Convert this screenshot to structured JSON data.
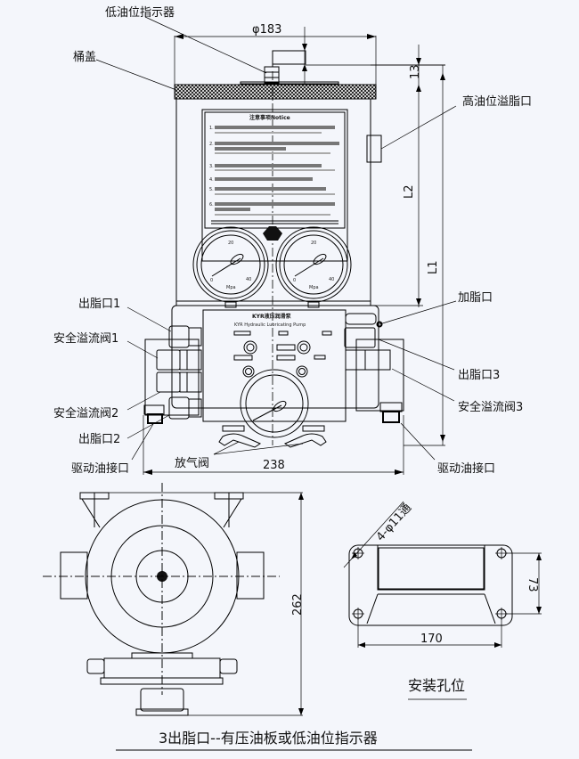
{
  "drawing": {
    "title": "3出脂口--有压油板或低油位指示器",
    "front_view": {
      "labels": {
        "low_level_indicator": "低油位指示器",
        "lid": "桶盖",
        "high_level_overflow": "高油位溢脂口",
        "fill_port": "加脂口",
        "outlet_1": "出脂口1",
        "relief_valve_1": "安全溢流阀1",
        "relief_valve_2": "安全溢流阀2",
        "outlet_2": "出脂口2",
        "drive_oil_port_left": "驱动油接口",
        "outlet_3": "出脂口3",
        "relief_valve_3": "安全溢流阀3",
        "drive_oil_port_right": "驱动油接口",
        "bleed_valve": "放气阀"
      },
      "dimensions": {
        "diameter": "φ183",
        "top_height": "13",
        "l2": "L2",
        "l1": "L1",
        "width": "238"
      },
      "notice_panel": {
        "heading": "注意事项Notice",
        "items": [
          "1.",
          "2.",
          "3.",
          "4.",
          "5.",
          "6."
        ]
      },
      "gauges": {
        "scale_top": "20",
        "scale_min": "0",
        "scale_max": "40",
        "unit": "Mpa"
      },
      "nameplate": {
        "title_cn": "KYR液压润滑泵",
        "title_en": "KYR Hydraulic Lubricating Pump"
      }
    },
    "top_view": {
      "dimension_height": "262"
    },
    "mounting_view": {
      "caption": "安装孔位",
      "hole_spec": "4-φ11通",
      "dimension_width": "170",
      "dimension_height": "73"
    }
  }
}
